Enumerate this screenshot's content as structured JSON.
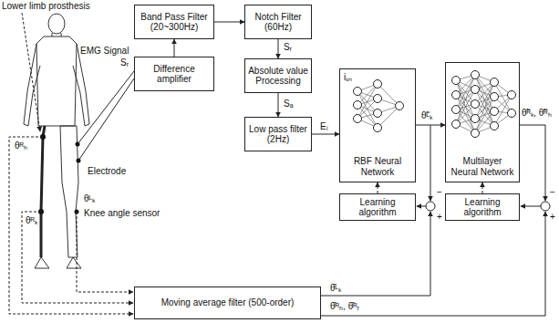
{
  "diagram": {
    "nodes": [
      {
        "text": [
          "Band Pass Filter (20~300Hz)"
        ]
      },
      {
        "text": [
          "Notch Filter (60Hz)"
        ]
      },
      {
        "text": [
          "Difference amplifier"
        ]
      },
      {
        "text": [
          "Absolute value Processing"
        ]
      },
      {
        "text": [
          "Low pass filter (2Hz)"
        ]
      },
      {
        "text": [
          "iₛₙ",
          "RBF Neural Network"
        ]
      },
      {
        "text": [
          "Multilayer Neural Network"
        ]
      },
      {
        "text": [
          "Learning algorithm"
        ]
      },
      {
        "text": [
          "Learning algorithm"
        ]
      },
      {
        "text": [
          "Moving average filter (500-order)"
        ]
      }
    ],
    "edges": [
      {
        "from": 2,
        "to": 0,
        "arrow": "to"
      },
      {
        "from": 0,
        "to": 1,
        "arrow": "to"
      },
      {
        "from": 1,
        "to": 3,
        "label": "Sᵣ",
        "arrow": "to"
      },
      {
        "from": 3,
        "to": 4,
        "label": "Sₐ",
        "arrow": "to"
      },
      {
        "from": 4,
        "to": 5,
        "label": "Eₗ",
        "arrow": "to"
      },
      {
        "from": 5,
        "to": 6,
        "label": "θ̃ᴸₖ",
        "arrow": "to"
      },
      {
        "from": 7,
        "to": 5,
        "arrow": "to"
      },
      {
        "from": 8,
        "to": 6,
        "arrow": "to"
      }
    ],
    "labels": [
      "Lower limb prosthesis",
      "EMG Signal",
      "Sᵣ",
      "θᴿₕ",
      "θᴿₖ",
      "θᴸₖ",
      "Knee angle sensor",
      "Electrode",
      "θ̄ᴸₖ",
      "θ̄ᴿₕ, θ̄ᴿᵣ",
      "θ̃ᴿₖ, θ̃ᴿₕ",
      "−",
      "+",
      "−",
      "+"
    ]
  }
}
